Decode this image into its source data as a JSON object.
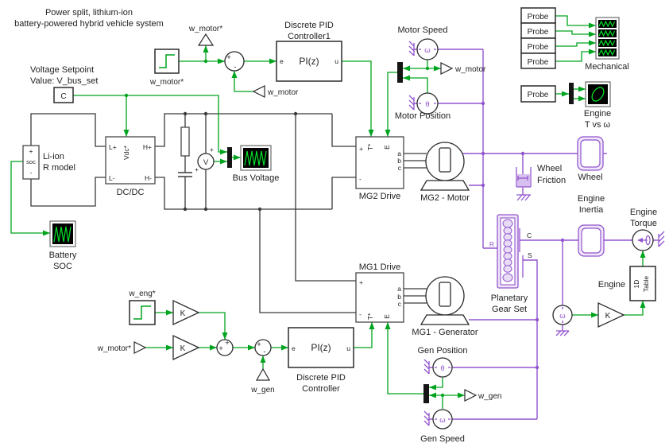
{
  "colors": {
    "signal_green": "#00A41E",
    "scope_trace_green": "#00E028",
    "mechanical_purple": "#9254CE",
    "electrical_dark": "#3A3A3A",
    "scope_background": "#000000"
  },
  "annotations": {
    "title1": "Power split, lithium-ion",
    "title2": "battery-powered hybrid vehicle system",
    "vset1": "Voltage Setpoint",
    "vset2": "Value: V_bus_set"
  },
  "signs": {
    "plus": "+",
    "minus": "-"
  },
  "tags": {
    "w_motor_ref": "w_motor*",
    "w_motor": "w_motor",
    "w_gen": "w_gen",
    "w_eng_ref": "w_eng*"
  },
  "blocks": {
    "constant_c": "C",
    "probe": "Probe",
    "gain": "K",
    "battery": {
      "line1": "Li-ion",
      "line2": "R model",
      "soc": "soc"
    },
    "dcdc": {
      "label": "DC/DC",
      "l_plus": "L+",
      "l_minus": "L-",
      "h_plus": "H+",
      "h_minus": "H-",
      "vdc": "Vdc*"
    },
    "battery_scope": {
      "line1": "Battery",
      "line2": "SOC"
    },
    "bus_scope": {
      "label": "Bus Voltage"
    },
    "vsensor": {
      "label": "V"
    },
    "pid1": {
      "line1": "Discrete PID",
      "line2": "Controller1",
      "body": "PI(z)",
      "e": "e",
      "u": "u"
    },
    "pid2": {
      "line1": "Discrete PID",
      "line2": "Controller",
      "body": "PI(z)",
      "e": "e",
      "u": "u"
    },
    "mg2": {
      "label": "MG2 Drive",
      "a": "a",
      "b": "b",
      "c": "c",
      "t": "T*",
      "e": "E"
    },
    "mg2_motor": {
      "label": "MG2 - Motor"
    },
    "mg1": {
      "label": "MG1 Drive",
      "a": "a",
      "b": "b",
      "c": "c",
      "t": "T*",
      "e": "E"
    },
    "mg1_gen": {
      "label": "MG1 - Generator"
    },
    "motor_speed": {
      "label": "Motor Speed",
      "glyph": "ω"
    },
    "motor_pos": {
      "label": "Motor Position",
      "glyph": "θ"
    },
    "gen_pos": {
      "label": "Gen Position",
      "glyph": "θ"
    },
    "gen_speed": {
      "label": "Gen Speed",
      "glyph": "ω"
    },
    "eng_sensor": {
      "glyph": "ω"
    },
    "planetary": {
      "line1": "Planetary",
      "line2": "Gear Set",
      "r": "R",
      "c": "C",
      "s": "S"
    },
    "wheel": {
      "label": "Wheel"
    },
    "wheel_friction": {
      "line1": "Wheel",
      "line2": "Friction"
    },
    "eng_inertia": {
      "line1": "Engine",
      "line2": "Inertia"
    },
    "eng_torque": {
      "line1": "Engine",
      "line2": "Torque"
    },
    "eng_table": {
      "label": "Engine",
      "line1": "1D",
      "line2": "Table"
    },
    "mech_scope": {
      "label": "Mechanical"
    },
    "eng_scope": {
      "line1": "Engine",
      "line2": "T vs ω"
    }
  }
}
